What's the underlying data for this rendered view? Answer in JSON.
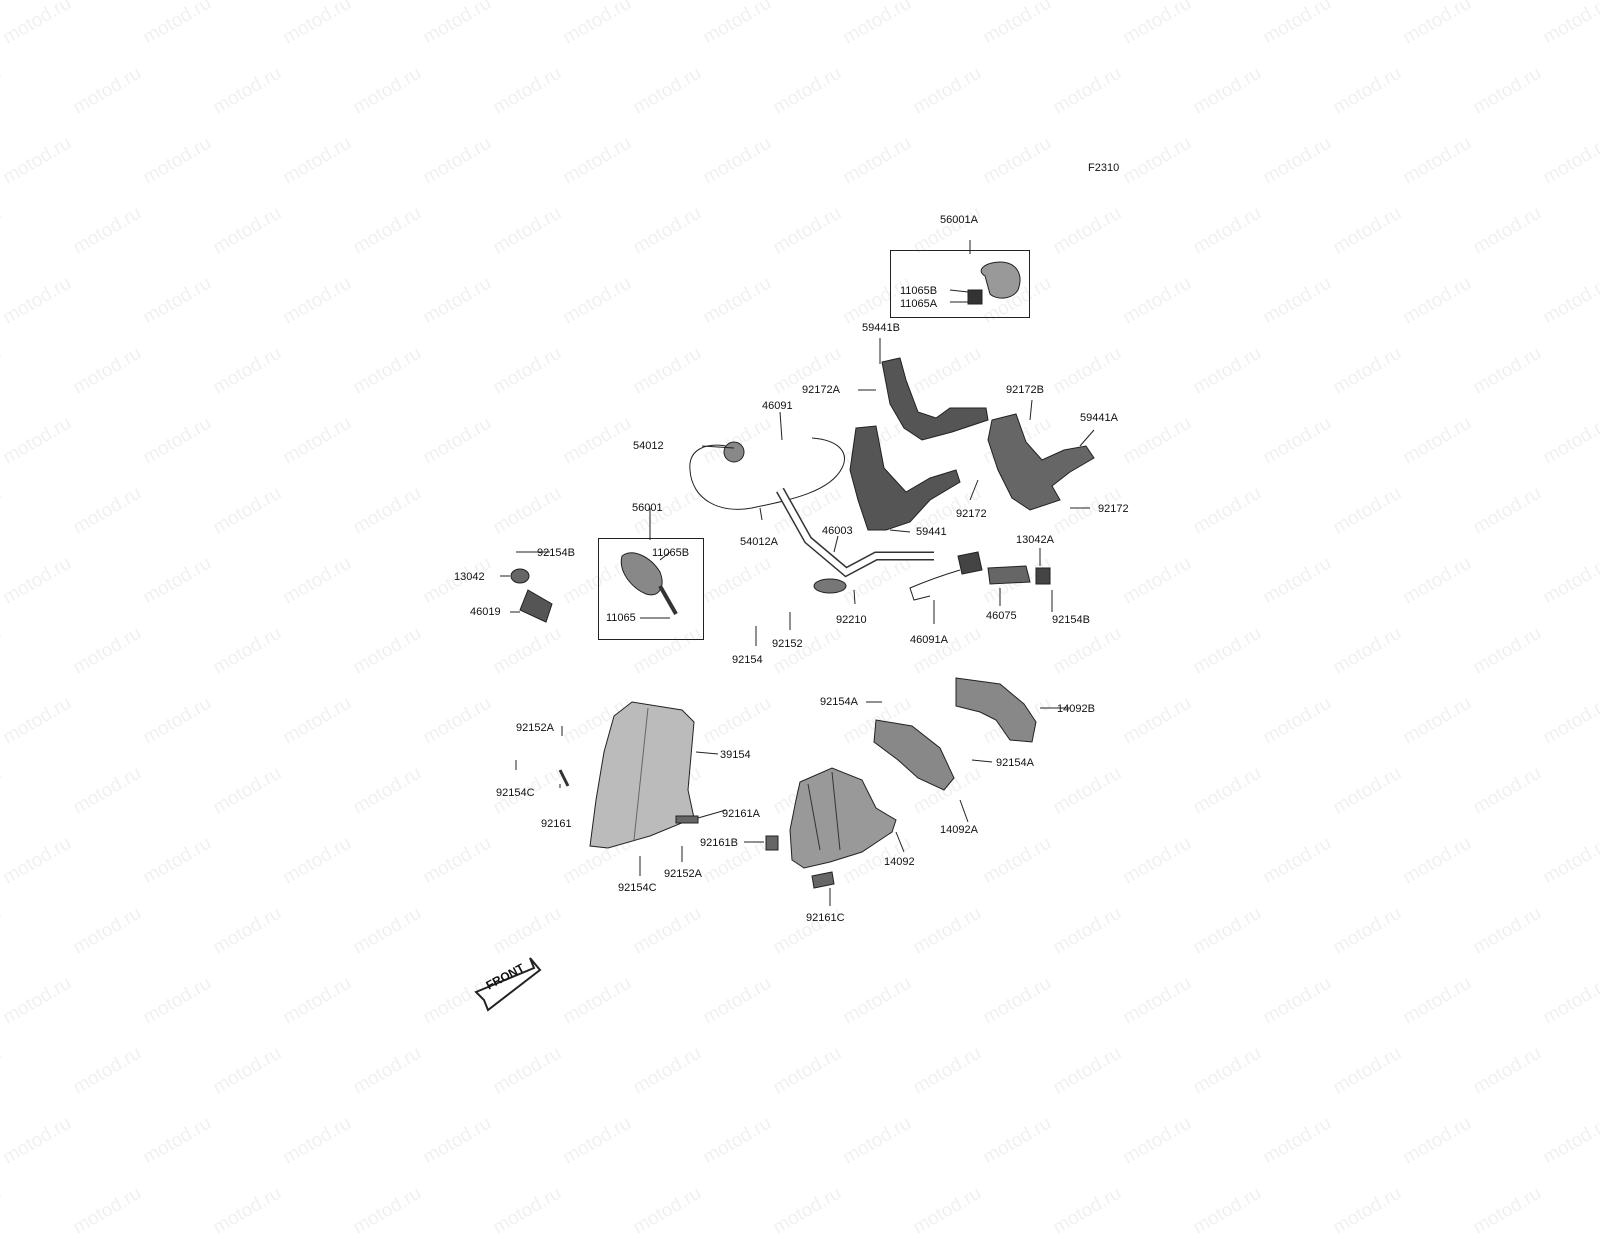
{
  "diagram": {
    "code": "F2310",
    "watermark": "motod.ru",
    "front_label": "FRONT",
    "parts": [
      {
        "id": "p56001a",
        "label": "56001A"
      },
      {
        "id": "p11065b_top",
        "label": "11065B"
      },
      {
        "id": "p11065a",
        "label": "11065A"
      },
      {
        "id": "p59441b",
        "label": "59441B"
      },
      {
        "id": "p92172a",
        "label": "92172A"
      },
      {
        "id": "p92172b",
        "label": "92172B"
      },
      {
        "id": "p59441a",
        "label": "59441A"
      },
      {
        "id": "p46091",
        "label": "46091"
      },
      {
        "id": "p54012",
        "label": "54012"
      },
      {
        "id": "p92172_l",
        "label": "92172"
      },
      {
        "id": "p92172_r",
        "label": "92172"
      },
      {
        "id": "p59441",
        "label": "59441"
      },
      {
        "id": "p46003",
        "label": "46003"
      },
      {
        "id": "p54012a",
        "label": "54012A"
      },
      {
        "id": "p56001",
        "label": "56001"
      },
      {
        "id": "p11065b_low",
        "label": "11065B"
      },
      {
        "id": "p92154b_l",
        "label": "92154B"
      },
      {
        "id": "p13042",
        "label": "13042"
      },
      {
        "id": "p46019",
        "label": "46019"
      },
      {
        "id": "p11065",
        "label": "11065"
      },
      {
        "id": "p13042a",
        "label": "13042A"
      },
      {
        "id": "p46075",
        "label": "46075"
      },
      {
        "id": "p92154b_r",
        "label": "92154B"
      },
      {
        "id": "p92210",
        "label": "92210"
      },
      {
        "id": "p46091a",
        "label": "46091A"
      },
      {
        "id": "p92152",
        "label": "92152"
      },
      {
        "id": "p92154",
        "label": "92154"
      },
      {
        "id": "p92154a_t",
        "label": "92154A"
      },
      {
        "id": "p14092b",
        "label": "14092B"
      },
      {
        "id": "p92154a_r",
        "label": "92154A"
      },
      {
        "id": "p14092a",
        "label": "14092A"
      },
      {
        "id": "p92152a_t",
        "label": "92152A"
      },
      {
        "id": "p39154",
        "label": "39154"
      },
      {
        "id": "p92154c_l",
        "label": "92154C"
      },
      {
        "id": "p92161",
        "label": "92161"
      },
      {
        "id": "p92161a",
        "label": "92161A"
      },
      {
        "id": "p92161b",
        "label": "92161B"
      },
      {
        "id": "p92152a_b",
        "label": "92152A"
      },
      {
        "id": "p92154c_b",
        "label": "92154C"
      },
      {
        "id": "p14092",
        "label": "14092"
      },
      {
        "id": "p92161c",
        "label": "92161C"
      }
    ]
  }
}
